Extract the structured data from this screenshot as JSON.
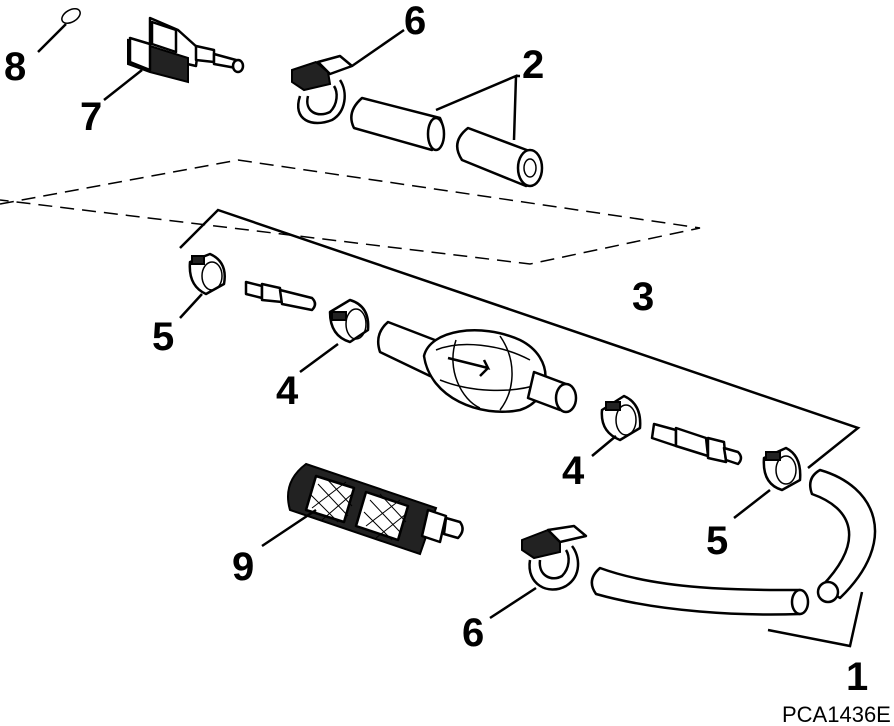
{
  "callouts": {
    "n1": "1",
    "n2": "2",
    "n3": "3",
    "n4a": "4",
    "n4b": "4",
    "n5a": "5",
    "n5b": "5",
    "n6a": "6",
    "n6b": "6",
    "n7": "7",
    "n8": "8",
    "n9": "9"
  },
  "figure_code": "PCA1436E",
  "parts": [
    {
      "number": "1",
      "icon": "fuel-hose-icon"
    },
    {
      "number": "2",
      "icon": "hose-section-icon"
    },
    {
      "number": "3",
      "icon": "primer-bulb-assembly-icon"
    },
    {
      "number": "4",
      "icon": "hose-clamp-icon"
    },
    {
      "number": "5",
      "icon": "hose-clamp-icon"
    },
    {
      "number": "6",
      "icon": "tie-strap-clamp-icon"
    },
    {
      "number": "7",
      "icon": "fuel-connector-icon"
    },
    {
      "number": "8",
      "icon": "o-ring-icon"
    },
    {
      "number": "9",
      "icon": "fuel-filter-icon"
    }
  ]
}
